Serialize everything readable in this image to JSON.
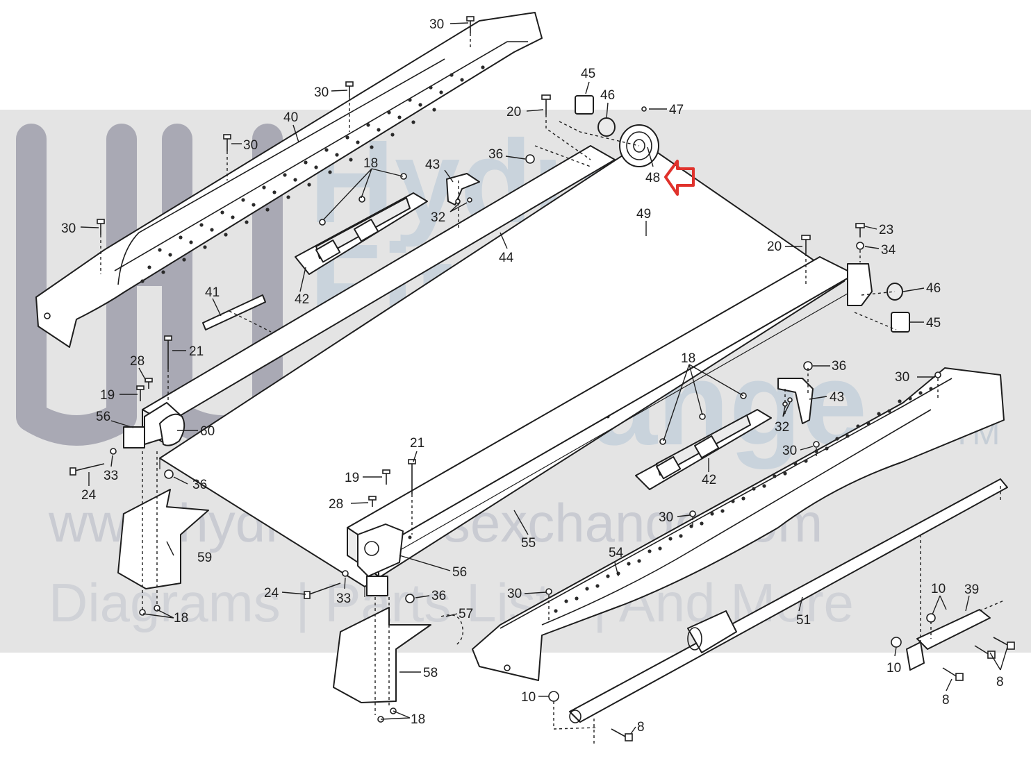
{
  "watermark": {
    "brand_line1": "Hydro",
    "brand_line2": "Fitness",
    "brand_line3": "Exchange",
    "trademark": "TM",
    "url": "www.hydrafitnessexchange.com",
    "tagline": "Diagrams | Parts Lists | And More"
  },
  "highlight": {
    "color": "#e0322c",
    "target_part": "48"
  },
  "callouts": {
    "c30a": "30",
    "c30b": "30",
    "c30c": "30",
    "c30d": "30",
    "c30e": "30",
    "c30f": "30",
    "c30g": "30",
    "c30h": "30",
    "c40": "40",
    "c41": "41",
    "c44": "44",
    "c49": "49",
    "c55": "55",
    "c54": "54",
    "c51": "51",
    "c39": "39",
    "c18a": "18",
    "c18b": "18",
    "c18c": "18",
    "c18d": "18",
    "c42a": "42",
    "c42b": "42",
    "c43a": "43",
    "c43b": "43",
    "c32a": "32",
    "c32b": "32",
    "c36a": "36",
    "c36b": "36",
    "c36c": "36",
    "c36d": "36",
    "c20a": "20",
    "c20b": "20",
    "c45a": "45",
    "c45b": "45",
    "c46a": "46",
    "c46b": "46",
    "c47": "47",
    "c48": "48",
    "c23": "23",
    "c34": "34",
    "c21a": "21",
    "c21b": "21",
    "c28a": "28",
    "c28b": "28",
    "c19a": "19",
    "c19b": "19",
    "c56a": "56",
    "c56b": "56",
    "c60": "60",
    "c33a": "33",
    "c33b": "33",
    "c24a": "24",
    "c24b": "24",
    "c59": "59",
    "c58": "58",
    "c57": "57",
    "c10a": "10",
    "c10b": "10",
    "c10c": "10",
    "c8a": "8",
    "c8b": "8",
    "c8c": "8"
  }
}
